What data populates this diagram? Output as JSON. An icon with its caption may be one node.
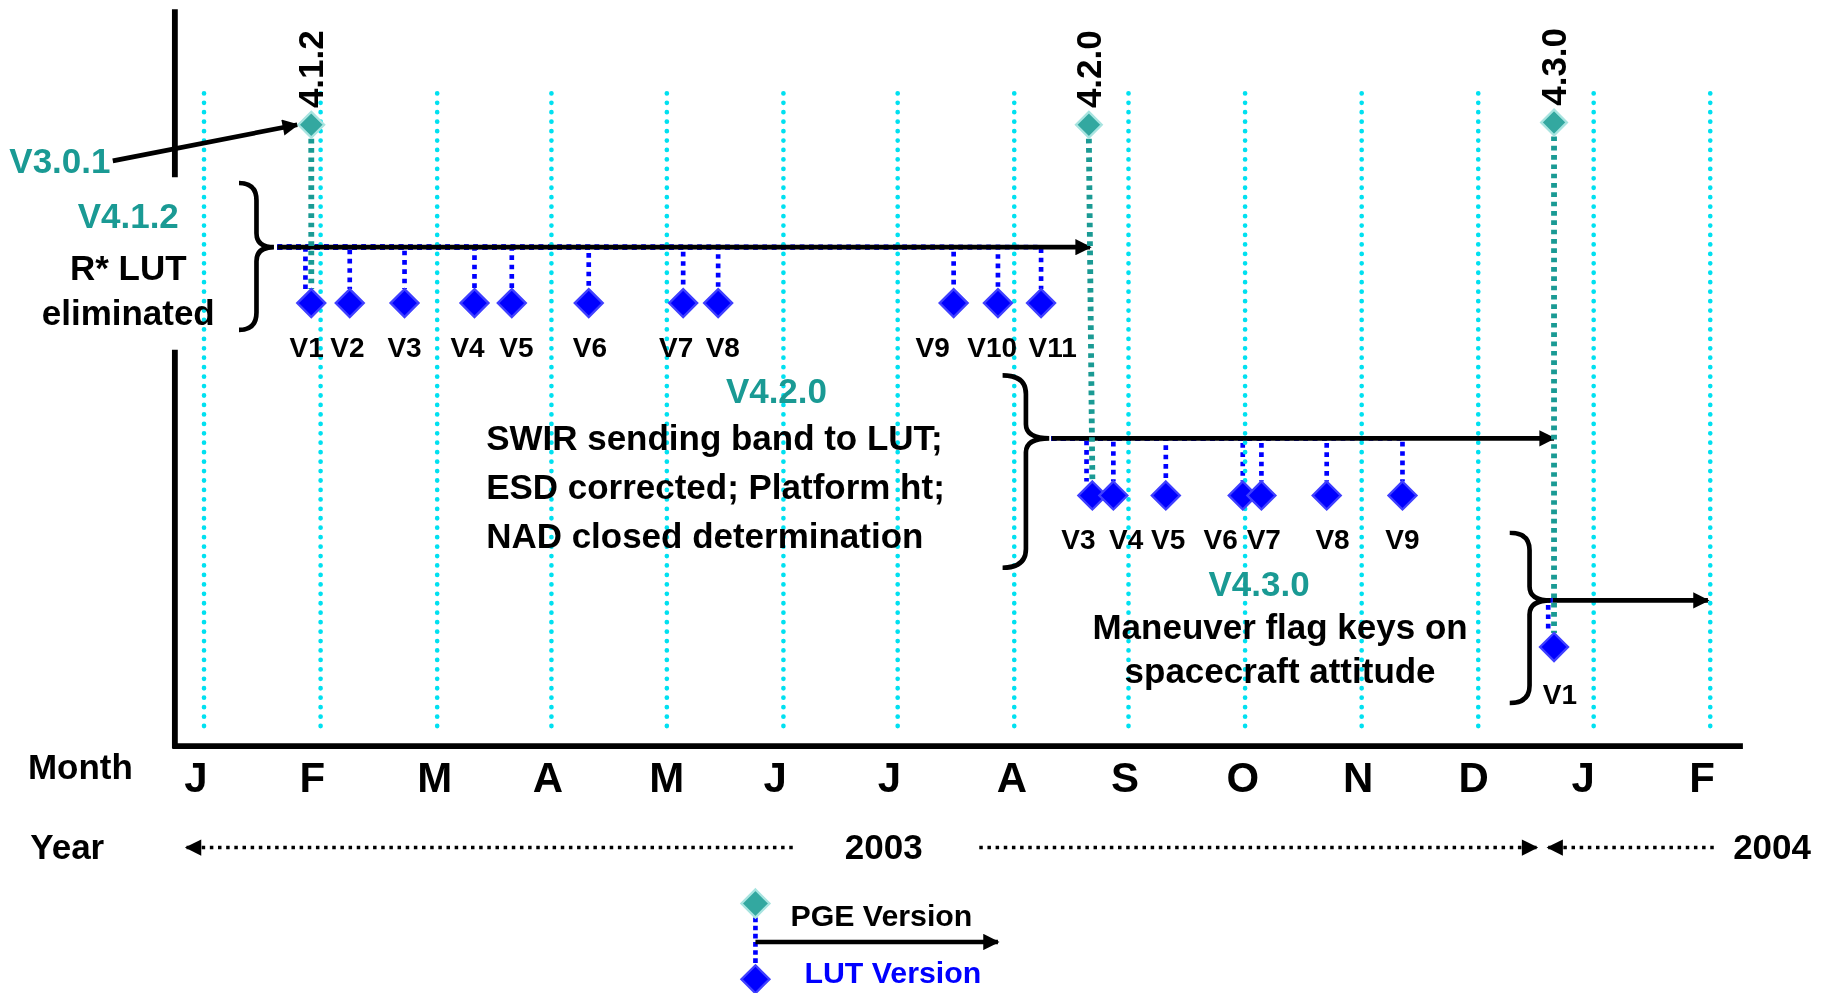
{
  "diagram": {
    "nodes": [
      {
        "text": [
          "4.1.2"
        ]
      },
      {
        "text": [
          "4.2.0"
        ]
      },
      {
        "text": [
          "4.3.0"
        ]
      },
      {
        "text": [
          "V3.0.1"
        ]
      },
      {
        "text": [
          "V4.1.2",
          "R* LUT eliminated"
        ]
      },
      {
        "text": [
          "V1"
        ]
      },
      {
        "text": [
          "V2"
        ]
      },
      {
        "text": [
          "V3"
        ]
      },
      {
        "text": [
          "V4"
        ]
      },
      {
        "text": [
          "V5"
        ]
      },
      {
        "text": [
          "V6"
        ]
      },
      {
        "text": [
          "V7"
        ]
      },
      {
        "text": [
          "V8"
        ]
      },
      {
        "text": [
          "V9"
        ]
      },
      {
        "text": [
          "V10"
        ]
      },
      {
        "text": [
          "V11"
        ]
      },
      {
        "text": [
          "V4.2.0",
          "SWIR sending band to LUT; ESD corrected; Platform ht; NAD closed determination"
        ]
      },
      {
        "text": [
          "V3"
        ]
      },
      {
        "text": [
          "V4"
        ]
      },
      {
        "text": [
          "V5"
        ]
      },
      {
        "text": [
          "V6"
        ]
      },
      {
        "text": [
          "V7"
        ]
      },
      {
        "text": [
          "V8"
        ]
      },
      {
        "text": [
          "V9"
        ]
      },
      {
        "text": [
          "V4.3.0",
          "Maneuver flag keys on spacecraft attitude"
        ]
      },
      {
        "text": [
          "V1"
        ]
      }
    ],
    "edges": [
      {
        "from": 3,
        "to": 0,
        "arrow": "to",
        "color": "#000000"
      },
      {
        "from": 4,
        "to": null,
        "arrow": "to",
        "color": "#000000"
      },
      {
        "from": 16,
        "to": null,
        "arrow": "to",
        "color": "#000000"
      },
      {
        "from": 24,
        "to": null,
        "arrow": "to",
        "color": "#000000"
      },
      {
        "from": 0,
        "to": 5,
        "arrow": "none",
        "style": "dashed",
        "color": "#1a9a94"
      },
      {
        "from": 1,
        "to": 17,
        "arrow": "none",
        "style": "dashed",
        "color": "#1a9a94"
      },
      {
        "from": 2,
        "to": 25,
        "arrow": "none",
        "style": "dashed",
        "color": "#1a9a94"
      },
      {
        "from": 4,
        "to": 5,
        "arrow": "none",
        "style": "dashed",
        "color": "#0000ff"
      },
      {
        "from": 4,
        "to": 6,
        "arrow": "none",
        "style": "dashed",
        "color": "#0000ff"
      },
      {
        "from": 4,
        "to": 7,
        "arrow": "none",
        "style": "dashed",
        "color": "#0000ff"
      },
      {
        "from": 4,
        "to": 8,
        "arrow": "none",
        "style": "dashed",
        "color": "#0000ff"
      },
      {
        "from": 4,
        "to": 9,
        "arrow": "none",
        "style": "dashed",
        "color": "#0000ff"
      },
      {
        "from": 4,
        "to": 10,
        "arrow": "none",
        "style": "dashed",
        "color": "#0000ff"
      },
      {
        "from": 4,
        "to": 11,
        "arrow": "none",
        "style": "dashed",
        "color": "#0000ff"
      },
      {
        "from": 4,
        "to": 12,
        "arrow": "none",
        "style": "dashed",
        "color": "#0000ff"
      },
      {
        "from": 4,
        "to": 13,
        "arrow": "none",
        "style": "dashed",
        "color": "#0000ff"
      },
      {
        "from": 4,
        "to": 14,
        "arrow": "none",
        "style": "dashed",
        "color": "#0000ff"
      },
      {
        "from": 4,
        "to": 15,
        "arrow": "none",
        "style": "dashed",
        "color": "#0000ff"
      },
      {
        "from": 16,
        "to": 17,
        "arrow": "none",
        "style": "dashed",
        "color": "#0000ff"
      },
      {
        "from": 16,
        "to": 18,
        "arrow": "none",
        "style": "dashed",
        "color": "#0000ff"
      },
      {
        "from": 16,
        "to": 19,
        "arrow": "none",
        "style": "dashed",
        "color": "#0000ff"
      },
      {
        "from": 16,
        "to": 20,
        "arrow": "none",
        "style": "dashed",
        "color": "#0000ff"
      },
      {
        "from": 16,
        "to": 21,
        "arrow": "none",
        "style": "dashed",
        "color": "#0000ff"
      },
      {
        "from": 16,
        "to": 22,
        "arrow": "none",
        "style": "dashed",
        "color": "#0000ff"
      },
      {
        "from": 16,
        "to": 23,
        "arrow": "none",
        "style": "dashed",
        "color": "#0000ff"
      },
      {
        "from": 24,
        "to": 25,
        "arrow": "none",
        "style": "dashed",
        "color": "#0000ff"
      }
    ],
    "labels": [
      "Month",
      "J",
      "F",
      "M",
      "A",
      "M",
      "J",
      "J",
      "A",
      "S",
      "O",
      "N",
      "D",
      "J",
      "F",
      "Year",
      "2003",
      "2004"
    ],
    "legend": [
      {
        "text": "PGE Version"
      },
      {
        "text": "LUT Version"
      }
    ]
  }
}
